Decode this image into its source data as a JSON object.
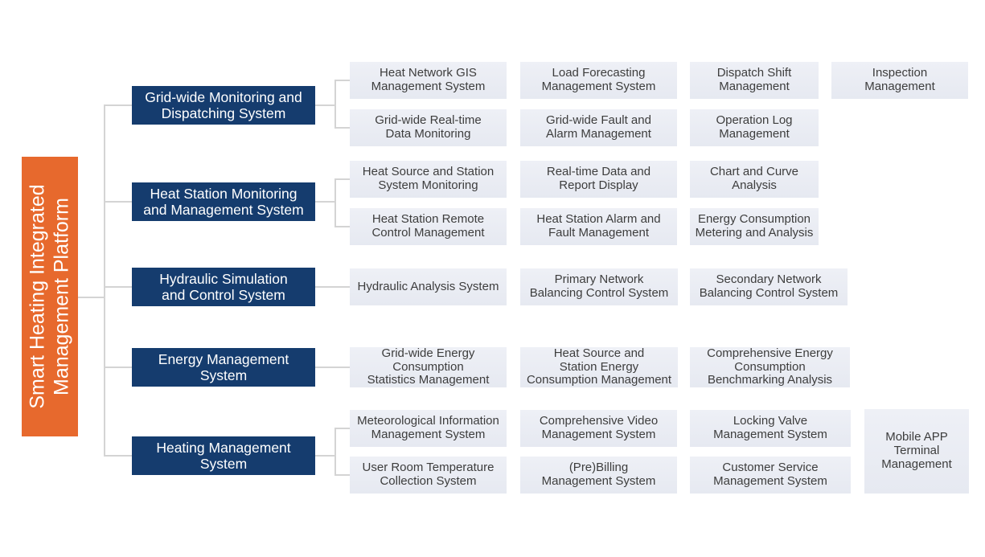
{
  "colors": {
    "root-bg": "#e7692d",
    "branch-bg": "#153c6e",
    "leaf-bg-top": "#eef0f6",
    "leaf-bg-bottom": "#e6e9f1",
    "line": "#d4d4d4",
    "leaf-text": "#3d3d3d",
    "node-text": "#ffffff"
  },
  "root": {
    "label": "Smart Heating Integrated\nManagement Platform"
  },
  "branches": [
    {
      "label": "Grid-wide Monitoring and\nDispatching System",
      "children": [
        "Heat Network GIS\nManagement System",
        "Load Forecasting\nManagement System",
        "Dispatch Shift\nManagement",
        "Inspection\nManagement",
        "Grid-wide Real-time\nData Monitoring",
        "Grid-wide Fault and\nAlarm Management",
        "Operation Log\nManagement"
      ]
    },
    {
      "label": "Heat Station Monitoring\nand Management System",
      "children": [
        "Heat Source and Station\nSystem Monitoring",
        "Real-time Data and\nReport Display",
        "Chart and Curve\nAnalysis",
        "Heat Station Remote\nControl Management",
        "Heat Station Alarm and\nFault Management",
        "Energy Consumption\nMetering and Analysis"
      ]
    },
    {
      "label": "Hydraulic Simulation\nand Control System",
      "children": [
        "Hydraulic Analysis System",
        "Primary Network\nBalancing Control System",
        "Secondary Network\nBalancing Control System"
      ]
    },
    {
      "label": "Energy Management\nSystem",
      "children": [
        "Grid-wide Energy\nConsumption\nStatistics Management",
        "Heat Source and\nStation Energy\nConsumption Management",
        "Comprehensive Energy\nConsumption\nBenchmarking Analysis"
      ]
    },
    {
      "label": "Heating Management\nSystem",
      "children": [
        "Meteorological Information\nManagement System",
        "Comprehensive Video\nManagement System",
        "Locking Valve\nManagement System",
        "Mobile APP\nTerminal\nManagement",
        "User Room Temperature\nCollection System",
        "(Pre)Billing\nManagement System",
        "Customer Service\nManagement System"
      ]
    }
  ]
}
